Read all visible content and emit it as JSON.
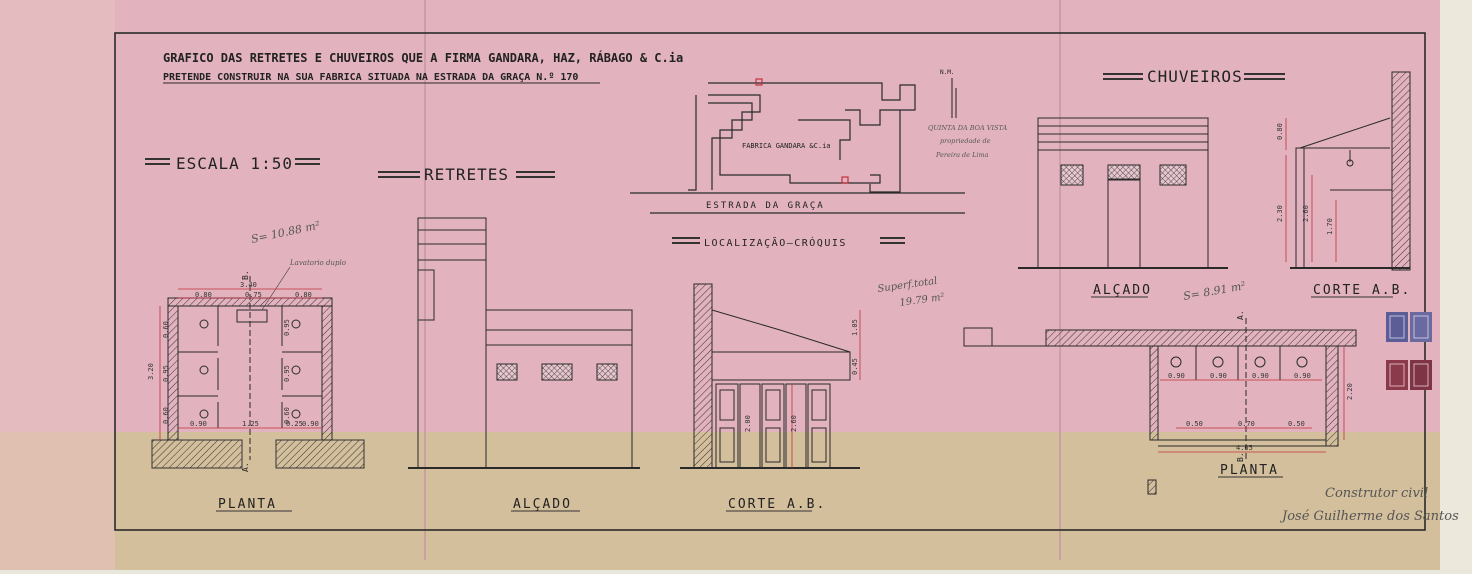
{
  "colors": {
    "paper_pink": "#e2b3bf",
    "paper_tan": "#d4bf9c",
    "ink": "#2a2a2a",
    "dim_red": "#c0303a",
    "stamp_blue": "#5c5c96",
    "stamp_red": "#8a3a4a"
  },
  "title": {
    "line1": "GRAFICO DAS RETRETES E CHUVEIROS QUE A FIRMA GANDARA, HAZ, RÁBAGO & C.ia",
    "line2": "PRETENDE CONSTRUIR NA SUA FABRICA SITUADA NA ESTRADA DA GRAÇA N.º 170"
  },
  "scale": "ESCALA 1:50",
  "sections": {
    "retretes": "RETRETES",
    "chuveiros": "CHUVEIROS"
  },
  "location": {
    "title": "LOCALIZAÇÃO–CRÓQUIS",
    "factory": "FABRICA GANDARA &C.ia",
    "road": "ESTRADA  DA  GRAÇA",
    "north": "N.M.",
    "neighbor": [
      "QUINTA DA BOA VISTA",
      "propriedade de",
      "Pereira de Lima"
    ]
  },
  "views": {
    "planta": "PLANTA",
    "alcado": "ALÇADO",
    "corte": "CORTE A.B.",
    "chuv_alcado": "ALÇADO",
    "chuv_corte": "CORTE A.B.",
    "chuv_planta": "PLANTA"
  },
  "plan_labels": {
    "lavatorio": "Lavatorio duplo",
    "a": "A.",
    "b": "B."
  },
  "dims_retretes_plan": {
    "total": "3.40",
    "d1": "0.80",
    "d2": "0.75",
    "d3": "0.80",
    "side": "3.20",
    "r1": "0.60",
    "r2": "0.95",
    "r3": "0.60",
    "s1": "0.95",
    "s2": "0.95",
    "s3": "0.60",
    "b1": "0.90",
    "b2": "1.25",
    "b3": "0.25",
    "b4": "0.90"
  },
  "dims_corte": {
    "h1": "1.05",
    "h2": "0.45",
    "h3": "2.00",
    "h4": "2.60"
  },
  "dims_chuv_corte": {
    "a": "0.80",
    "b": "2.30",
    "c": "2.60",
    "d": "1.70"
  },
  "dims_chuv_plan": {
    "w1": "0.90",
    "w2": "0.90",
    "w3": "0.90",
    "w4": "0.90",
    "b1": "0.50",
    "b2": "0.70",
    "b3": "0.50",
    "total": "4.05",
    "depth": "2.20"
  },
  "annotations": {
    "area1": "S= 10.88 m²",
    "area_total_1": "Superf.total",
    "area_total_2": "19.79 m²",
    "area2": "S= 8.91 m²"
  },
  "signature": [
    "Construtor civil",
    "José Guilherme dos Santos"
  ]
}
